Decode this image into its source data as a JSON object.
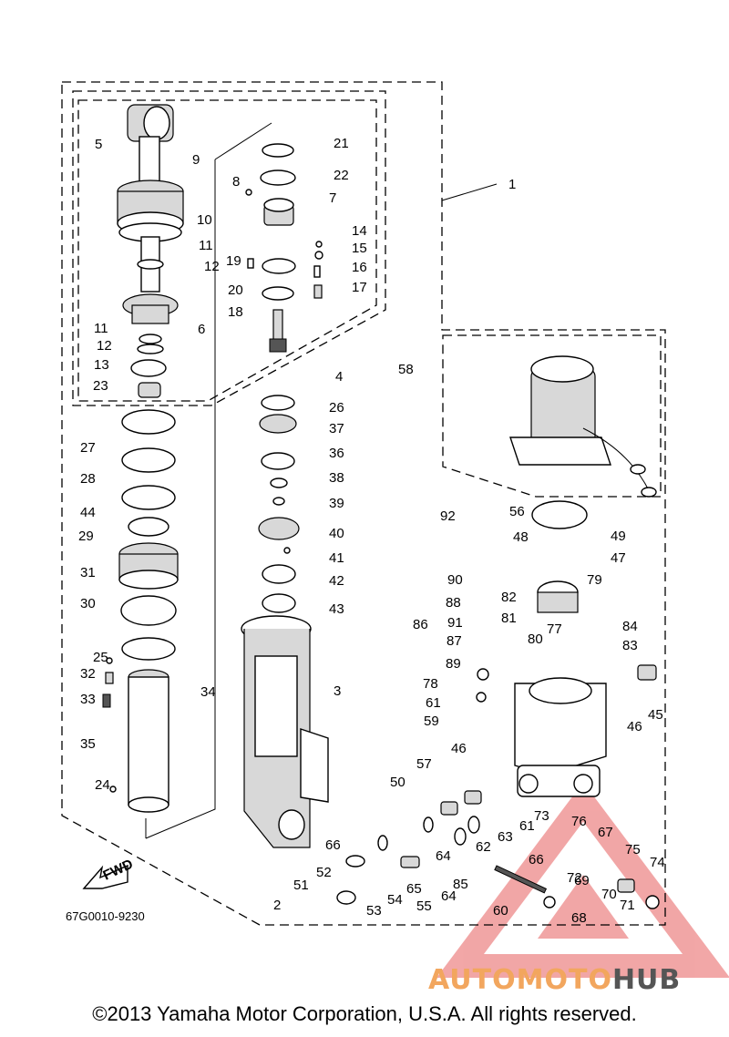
{
  "diagram": {
    "part_code": "67G0010-9230",
    "fwd_label": "FWD",
    "copyright": "©2013 Yamaha Motor Corporation, U.S.A. All rights reserved.",
    "watermark": {
      "part1": "AUTOMOTO",
      "part2": "HUB"
    },
    "callouts": [
      "1",
      "2",
      "3",
      "4",
      "5",
      "6",
      "7",
      "8",
      "9",
      "10",
      "11",
      "11",
      "12",
      "12",
      "13",
      "14",
      "15",
      "16",
      "17",
      "18",
      "19",
      "20",
      "21",
      "22",
      "23",
      "24",
      "25",
      "26",
      "27",
      "28",
      "29",
      "30",
      "31",
      "32",
      "33",
      "34",
      "35",
      "36",
      "37",
      "38",
      "39",
      "40",
      "41",
      "42",
      "43",
      "44",
      "45",
      "46",
      "46",
      "47",
      "48",
      "49",
      "50",
      "51",
      "52",
      "53",
      "54",
      "55",
      "56",
      "57",
      "58",
      "59",
      "60",
      "61",
      "61",
      "62",
      "63",
      "64",
      "64",
      "65",
      "66",
      "66",
      "67",
      "68",
      "69",
      "70",
      "71",
      "72",
      "73",
      "74",
      "75",
      "76",
      "77",
      "78",
      "79",
      "80",
      "81",
      "82",
      "83",
      "84",
      "85",
      "86",
      "87",
      "88",
      "89",
      "90",
      "91",
      "92"
    ]
  }
}
